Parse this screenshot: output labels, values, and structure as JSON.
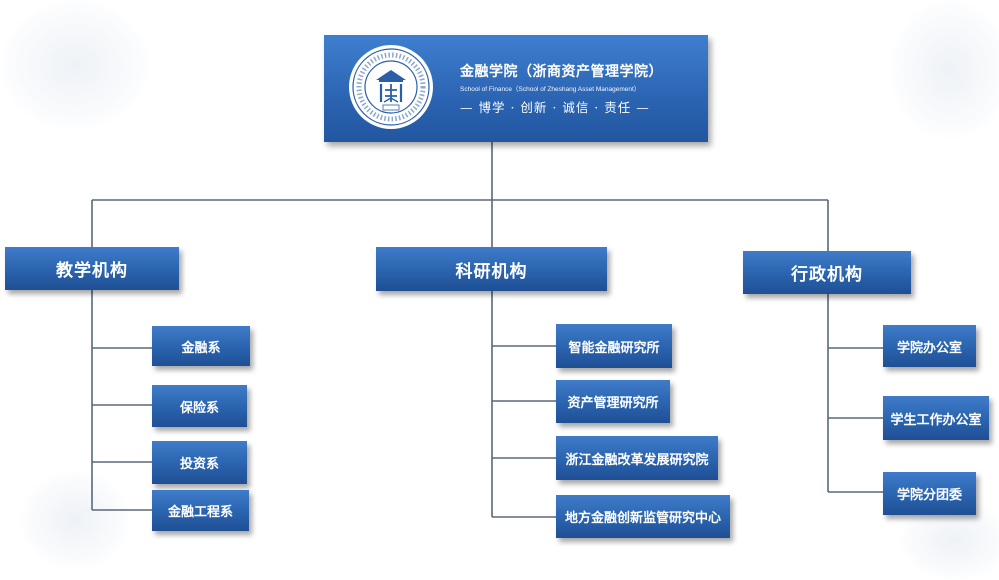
{
  "header": {
    "title": "金融学院（浙商资产管理学院）",
    "subtitle_en": "School of Finance（School of Zheshang Asset Management）",
    "motto": "— 博学 · 创新 · 诚信 · 责任 —"
  },
  "departments": [
    {
      "label": "教学机构",
      "items": [
        "金融系",
        "保险系",
        "投资系",
        "金融工程系"
      ]
    },
    {
      "label": "科研机构",
      "items": [
        "智能金融研究所",
        "资产管理研究所",
        "浙江金融改革发展研究院",
        "地方金融创新监管研究中心"
      ]
    },
    {
      "label": "行政机构",
      "items": [
        "学院办公室",
        "学生工作办公室",
        "学院分团委"
      ]
    }
  ],
  "colors": {
    "box_top": "#3f7cc9",
    "box_bottom": "#1f4f94",
    "connector": "#5a6878",
    "text": "#ffffff"
  },
  "icons": [
    "university-emblem-icon"
  ]
}
